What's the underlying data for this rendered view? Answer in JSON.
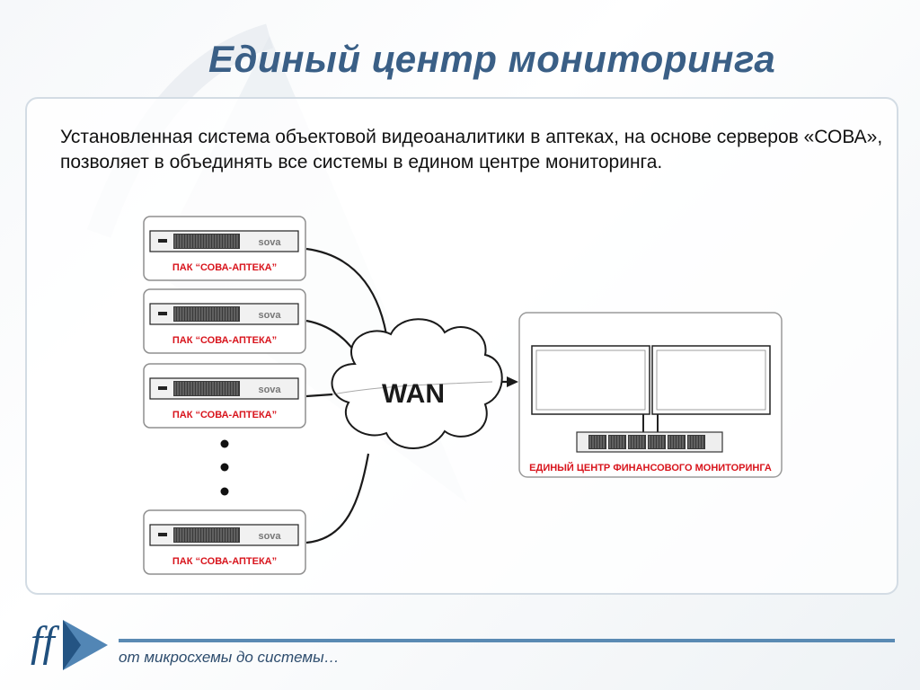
{
  "slide": {
    "title": "Единый центр мониторинга",
    "intro": " Установленная система  объектовой видеоаналитики в аптеках, на основе серверов «СОВА», позволяет в объединять все системы в едином центре мониторинга."
  },
  "diagram": {
    "server_label": "ПАК “СОВА-АПТЕКА”",
    "brand_mark": "sova",
    "cloud_label": "WAN",
    "center_label": "ЕДИНЫЙ ЦЕНТР ФИНАНСОВОГО МОНИТОРИНГА"
  },
  "footer": {
    "tagline": "от микросхемы до системы…",
    "logo_letters": "ff"
  },
  "colors": {
    "title": "#3a5f86",
    "label_red": "#d8141c",
    "accent_blue": "#5a8ab3"
  }
}
